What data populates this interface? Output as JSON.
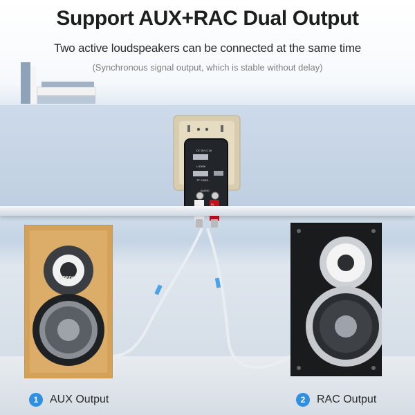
{
  "header": {
    "title": "Support AUX+RAC Dual Output",
    "subtitle": "Two active loudspeakers can be connected at the same time",
    "note": "(Synchronous signal output, which is stable without delay)"
  },
  "device": {
    "labels": [
      "DC 5V=2.1A",
      "U DISK",
      "TF CARD",
      "AUDIO"
    ],
    "jack_labels": [
      "OUT",
      "IN"
    ]
  },
  "speaker_left": {
    "brand": "SONY"
  },
  "outputs": [
    {
      "number": "1",
      "label": "AUX  Output"
    },
    {
      "number": "2",
      "label": "RAC Output"
    }
  ],
  "colors": {
    "accent": "#2f8fe0",
    "wall": "#c6d5e6",
    "wood": "#d9a95e"
  }
}
